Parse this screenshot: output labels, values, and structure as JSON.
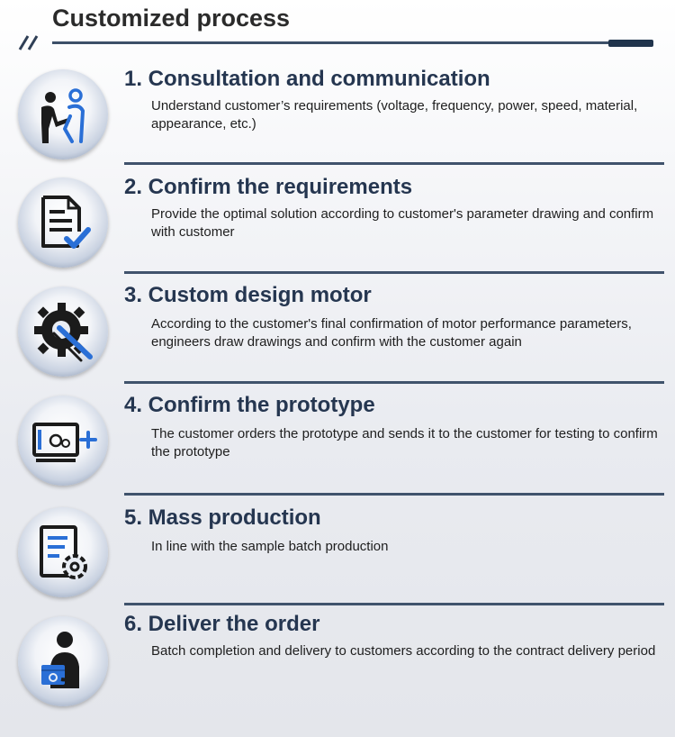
{
  "header": {
    "title": "Customized process",
    "slash_icon": "double-slash-icon"
  },
  "colors": {
    "accent": "#253650",
    "line": "#40536c",
    "icon_dark": "#1b1b1b",
    "icon_blue": "#2a6fd6"
  },
  "steps": [
    {
      "title": "1. Consultation and communication",
      "description": "Understand customer’s requirements (voltage, frequency, power, speed, material, appearance, etc.)",
      "icon": "consultation-people-icon"
    },
    {
      "title": "2. Confirm the requirements",
      "description": "Provide the optimal solution according to customer's parameter drawing and confirm with customer",
      "icon": "document-check-icon"
    },
    {
      "title": "3. Custom design motor",
      "description": "According to the customer's final confirmation of motor performance parameters, engineers draw drawings and confirm with the customer again",
      "icon": "gear-design-icon"
    },
    {
      "title": "4. Confirm the prototype",
      "description": "The customer orders the prototype and sends it to the customer for testing to confirm the prototype",
      "icon": "prototype-monitor-icon"
    },
    {
      "title": "5. Mass production",
      "description": "In line with the sample batch production",
      "icon": "production-list-gear-icon"
    },
    {
      "title": "6. Deliver the order",
      "description": "Batch completion and delivery to customers according to the contract delivery period",
      "icon": "delivery-person-box-icon"
    }
  ]
}
